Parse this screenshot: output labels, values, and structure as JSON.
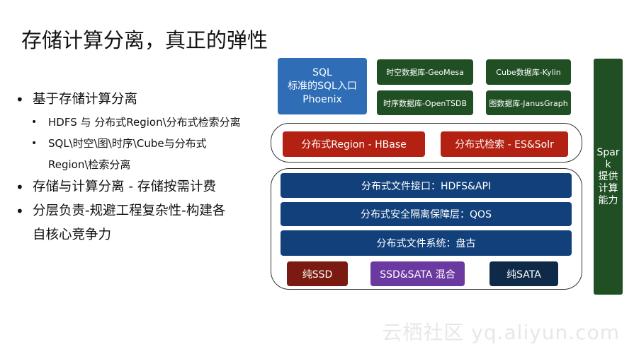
{
  "title": "存储计算分离，真正的弹性",
  "bullets": [
    {
      "level": 1,
      "text": "基于存储计算分离"
    },
    {
      "level": 2,
      "text": "HDFS 与 分布式Region\\分布式检索分离"
    },
    {
      "level": 2,
      "text": "SQL\\时空\\图\\时序\\Cube与分布式"
    },
    {
      "level": 2,
      "text": "Region\\检索分离",
      "continuation": true
    },
    {
      "level": 1,
      "text": "存储与计算分离 - 存储按需计费"
    },
    {
      "level": 1,
      "text": "分层负责-规避工程复杂性-构建各"
    },
    {
      "level": 1,
      "text": "自核心竞争力",
      "continuation": true
    }
  ],
  "diagram": {
    "sql_box": {
      "line1": "SQL",
      "line2": "标准的SQL入口",
      "line3": "Phoenix"
    },
    "engines": {
      "geomesa": "时空数据库-GeoMesa",
      "kylin": "Cube数据库-Kylin",
      "opentsdb": "时序数据库-OpenTSDB",
      "janusgraph": "图数据库-JanusGraph"
    },
    "compute_layer": {
      "hbase": "分布式Region - HBase",
      "search": "分布式检索 - ES&Solr"
    },
    "storage_layer": {
      "hdfs_api": "分布式文件接口：HDFS&API",
      "qos": "分布式安全隔离保障层：QOS",
      "pangu": "分布式文件系统：盘古",
      "ssd": "纯SSD",
      "mixed": "SSD&SATA 混合",
      "sata": "纯SATA"
    },
    "spark": {
      "l1": "Spar",
      "l2": "k",
      "l3": "提供",
      "l4": "计算",
      "l5": "能力"
    }
  },
  "watermark": "云栖社区 yq.aliyun.com",
  "colors": {
    "dark_green": "#1f4f22",
    "red": "#b32112",
    "navy": "#12407b",
    "blue": "#2f6db6",
    "dark_red": "#7a1a10",
    "purple": "#6b3aa0",
    "dark_navy": "#0f2a48"
  }
}
